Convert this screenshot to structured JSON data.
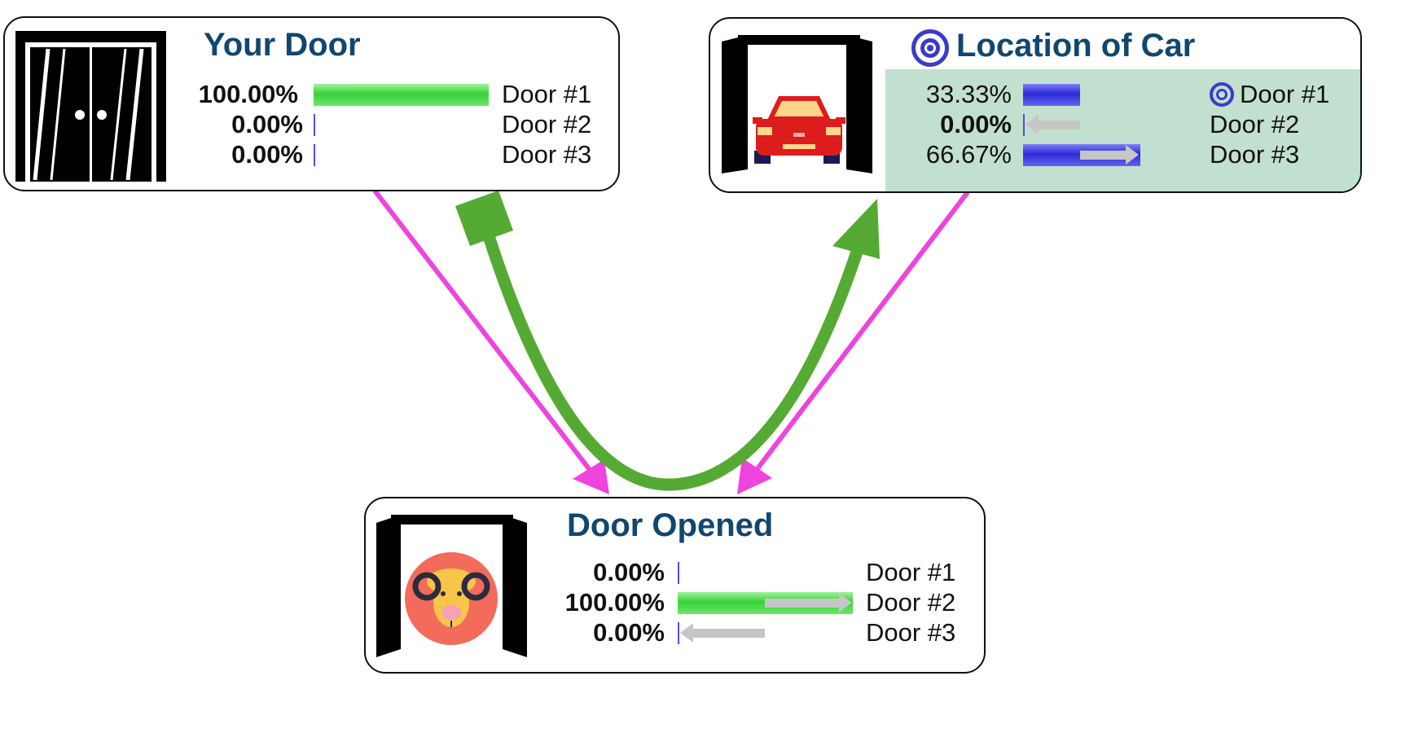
{
  "nodes": {
    "your_door": {
      "title": "Your Door",
      "rows": [
        {
          "percent": "100.00%",
          "value": 100.0,
          "label": "Door #1"
        },
        {
          "percent": "0.00%",
          "value": 0.0,
          "label": "Door #2"
        },
        {
          "percent": "0.00%",
          "value": 0.0,
          "label": "Door #3"
        }
      ]
    },
    "location_of_car": {
      "title": "Location of Car",
      "highlight_color": "#c2e0cf",
      "rows": [
        {
          "percent": "33.33%",
          "value": 33.33,
          "label": "Door #1",
          "previous": 33.33
        },
        {
          "percent": "0.00%",
          "value": 0.0,
          "label": "Door #2",
          "previous": 33.33
        },
        {
          "percent": "66.67%",
          "value": 66.67,
          "label": "Door #3",
          "previous": 33.33
        }
      ]
    },
    "door_opened": {
      "title": "Door Opened",
      "rows": [
        {
          "percent": "0.00%",
          "value": 0.0,
          "label": "Door #1",
          "previous": 0.0
        },
        {
          "percent": "100.00%",
          "value": 100.0,
          "label": "Door #2",
          "previous": 50.0
        },
        {
          "percent": "0.00%",
          "value": 0.0,
          "label": "Door #3",
          "previous": 50.0
        }
      ]
    }
  },
  "colors": {
    "edge": "#ee44dd",
    "influence": "#55aa33",
    "title": "#11466f",
    "evidence_bar": "#38d238",
    "belief_bar": "#2b2bd6",
    "change_arrow": "#c6c6c6",
    "goat_circle": "#f26b5b",
    "goat_face": "#f7c548",
    "car_body": "#dd1c1c"
  },
  "icons": [
    "door-icon",
    "garage-car-icon",
    "target-icon",
    "garage-goat-icon"
  ]
}
